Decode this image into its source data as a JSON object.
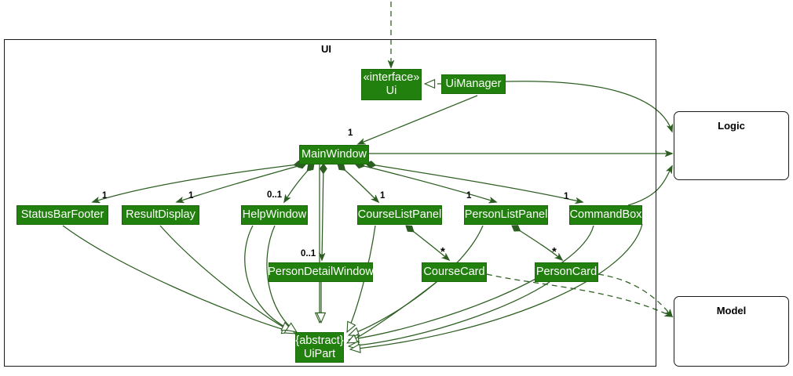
{
  "diagram": {
    "type": "uml-class-diagram",
    "package": {
      "name": "UI"
    },
    "accent_color": "#22800E",
    "external_packages": [
      {
        "id": "logic",
        "name": "Logic"
      },
      {
        "id": "model",
        "name": "Model"
      }
    ],
    "classes": [
      {
        "id": "ui",
        "line1": "«interface»",
        "line2": "Ui",
        "stereotype": true
      },
      {
        "id": "uimanager",
        "line1": "UiManager",
        "line2": "",
        "stereotype": false
      },
      {
        "id": "mainwindow",
        "line1": "MainWindow",
        "line2": "",
        "stereotype": false
      },
      {
        "id": "statusbarfooter",
        "line1": "StatusBarFooter",
        "line2": "",
        "stereotype": false
      },
      {
        "id": "resultdisplay",
        "line1": "ResultDisplay",
        "line2": "",
        "stereotype": false
      },
      {
        "id": "helpwindow",
        "line1": "HelpWindow",
        "line2": "",
        "stereotype": false
      },
      {
        "id": "courselistpanel",
        "line1": "CourseListPanel",
        "line2": "",
        "stereotype": false
      },
      {
        "id": "personlistpanel",
        "line1": "PersonListPanel",
        "line2": "",
        "stereotype": false
      },
      {
        "id": "commandbox",
        "line1": "CommandBox",
        "line2": "",
        "stereotype": false
      },
      {
        "id": "persondetailwindow",
        "line1": "PersonDetailWindow",
        "line2": "",
        "stereotype": false
      },
      {
        "id": "coursecard",
        "line1": "CourseCard",
        "line2": "",
        "stereotype": false
      },
      {
        "id": "personcard",
        "line1": "PersonCard",
        "line2": "",
        "stereotype": false
      },
      {
        "id": "uipart",
        "line1": "{abstract}",
        "line2": "UiPart",
        "stereotype": true
      }
    ],
    "multiplicities": [
      {
        "id": "m-mainwindow",
        "label": "1"
      },
      {
        "id": "m-statusbarfooter",
        "label": "1"
      },
      {
        "id": "m-resultdisplay",
        "label": "1"
      },
      {
        "id": "m-helpwindow",
        "label": "0..1"
      },
      {
        "id": "m-courselistpanel",
        "label": "1"
      },
      {
        "id": "m-personlistpanel",
        "label": "1"
      },
      {
        "id": "m-commandbox",
        "label": "1"
      },
      {
        "id": "m-persondetailwindow",
        "label": "0..1"
      },
      {
        "id": "m-coursecard",
        "label": "*"
      },
      {
        "id": "m-personcard",
        "label": "*"
      }
    ],
    "relationships": [
      {
        "from": "external-top",
        "to": "ui",
        "kind": "dependency-dashed"
      },
      {
        "from": "uimanager",
        "to": "ui",
        "kind": "realization"
      },
      {
        "from": "uimanager",
        "to": "mainwindow",
        "kind": "association"
      },
      {
        "from": "uimanager",
        "to": "logic",
        "kind": "association"
      },
      {
        "from": "mainwindow",
        "to": "logic",
        "kind": "association"
      },
      {
        "from": "commandbox",
        "to": "logic",
        "kind": "association"
      },
      {
        "from": "mainwindow",
        "to": "statusbarfooter",
        "kind": "composition"
      },
      {
        "from": "mainwindow",
        "to": "resultdisplay",
        "kind": "composition"
      },
      {
        "from": "mainwindow",
        "to": "helpwindow",
        "kind": "composition"
      },
      {
        "from": "mainwindow",
        "to": "courselistpanel",
        "kind": "composition"
      },
      {
        "from": "mainwindow",
        "to": "personlistpanel",
        "kind": "composition"
      },
      {
        "from": "mainwindow",
        "to": "commandbox",
        "kind": "composition"
      },
      {
        "from": "mainwindow",
        "to": "persondetailwindow",
        "kind": "composition"
      },
      {
        "from": "courselistpanel",
        "to": "coursecard",
        "kind": "composition"
      },
      {
        "from": "personlistpanel",
        "to": "personcard",
        "kind": "composition"
      },
      {
        "from": "coursecard",
        "to": "model",
        "kind": "dependency-dashed"
      },
      {
        "from": "personcard",
        "to": "model",
        "kind": "dependency-dashed"
      },
      {
        "from": "mainwindow",
        "to": "uipart",
        "kind": "generalization"
      },
      {
        "from": "statusbarfooter",
        "to": "uipart",
        "kind": "generalization"
      },
      {
        "from": "resultdisplay",
        "to": "uipart",
        "kind": "generalization"
      },
      {
        "from": "helpwindow",
        "to": "uipart",
        "kind": "generalization"
      },
      {
        "from": "persondetailwindow",
        "to": "uipart",
        "kind": "generalization"
      },
      {
        "from": "courselistpanel",
        "to": "uipart",
        "kind": "generalization"
      },
      {
        "from": "personlistpanel",
        "to": "uipart",
        "kind": "generalization"
      },
      {
        "from": "commandbox",
        "to": "uipart",
        "kind": "generalization"
      },
      {
        "from": "coursecard",
        "to": "uipart",
        "kind": "generalization"
      },
      {
        "from": "personcard",
        "to": "uipart",
        "kind": "generalization"
      }
    ]
  }
}
